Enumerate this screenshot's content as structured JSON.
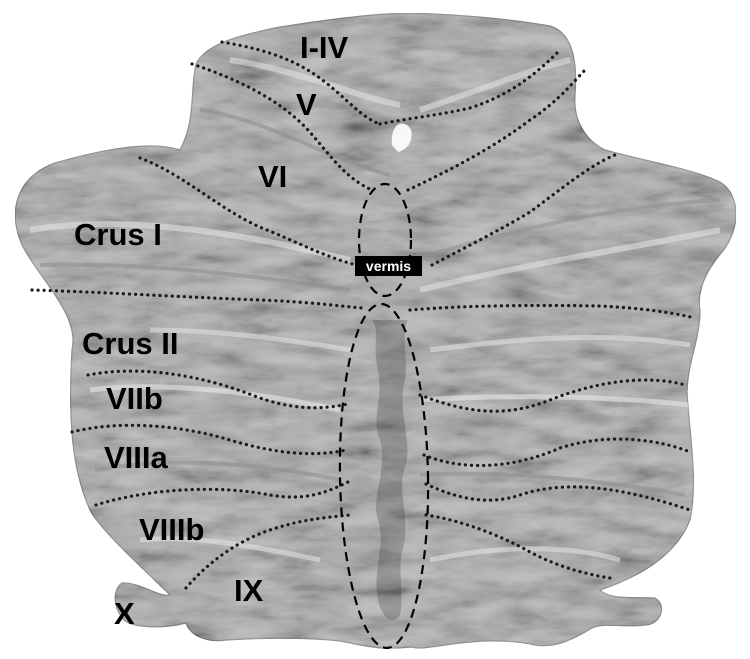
{
  "labels": {
    "i_iv": "I-IV",
    "v": "V",
    "vi": "VI",
    "crus_i": "Crus I",
    "crus_ii": "Crus II",
    "viib": "VIIb",
    "viiia": "VIIIa",
    "viiib": "VIIIb",
    "ix": "IX",
    "x": "X",
    "vermis": "vermis"
  },
  "colors": {
    "tissue": "#bdbdbd",
    "tissue_dark": "#8c8c8c",
    "tissue_light": "#e2e2e2",
    "boundary": "#1a1a1a",
    "label_text": "#000000",
    "vermis_tag_bg": "#000000",
    "vermis_tag_text": "#ffffff"
  }
}
